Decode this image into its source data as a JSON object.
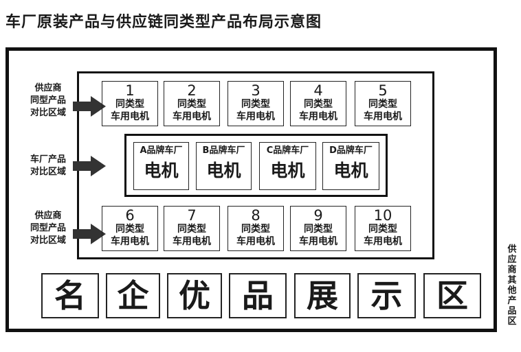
{
  "title": "车厂原装产品与供应链同类型产品布局示意图",
  "left_labels": {
    "top": [
      "供应商",
      "同型产品",
      "对比区域"
    ],
    "middle": [
      "车厂产品",
      "对比区域"
    ],
    "bottom": [
      "供应商",
      "同型产品",
      "对比区域"
    ]
  },
  "supplier_top": [
    {
      "num": "1",
      "line1": "同类型",
      "line2": "车用电机"
    },
    {
      "num": "2",
      "line1": "同类型",
      "line2": "车用电机"
    },
    {
      "num": "3",
      "line1": "同类型",
      "line2": "车用电机"
    },
    {
      "num": "4",
      "line1": "同类型",
      "line2": "车用电机"
    },
    {
      "num": "5",
      "line1": "同类型",
      "line2": "车用电机"
    }
  ],
  "oem": [
    {
      "brand": "A品牌车厂",
      "label": "电机"
    },
    {
      "brand": "B品牌车厂",
      "label": "电机"
    },
    {
      "brand": "C品牌车厂",
      "label": "电机"
    },
    {
      "brand": "D品牌车厂",
      "label": "电机"
    }
  ],
  "supplier_bottom": [
    {
      "num": "6",
      "line1": "同类型",
      "line2": "车用电机"
    },
    {
      "num": "7",
      "line1": "同类型",
      "line2": "车用电机"
    },
    {
      "num": "8",
      "line1": "同类型",
      "line2": "车用电机"
    },
    {
      "num": "9",
      "line1": "同类型",
      "line2": "车用电机"
    },
    {
      "num": "10",
      "line1": "同类型",
      "line2": "车用电机"
    }
  ],
  "showcase": [
    "名",
    "企",
    "优",
    "品",
    "展",
    "示",
    "区"
  ],
  "right_label": "供应商其他产品区"
}
